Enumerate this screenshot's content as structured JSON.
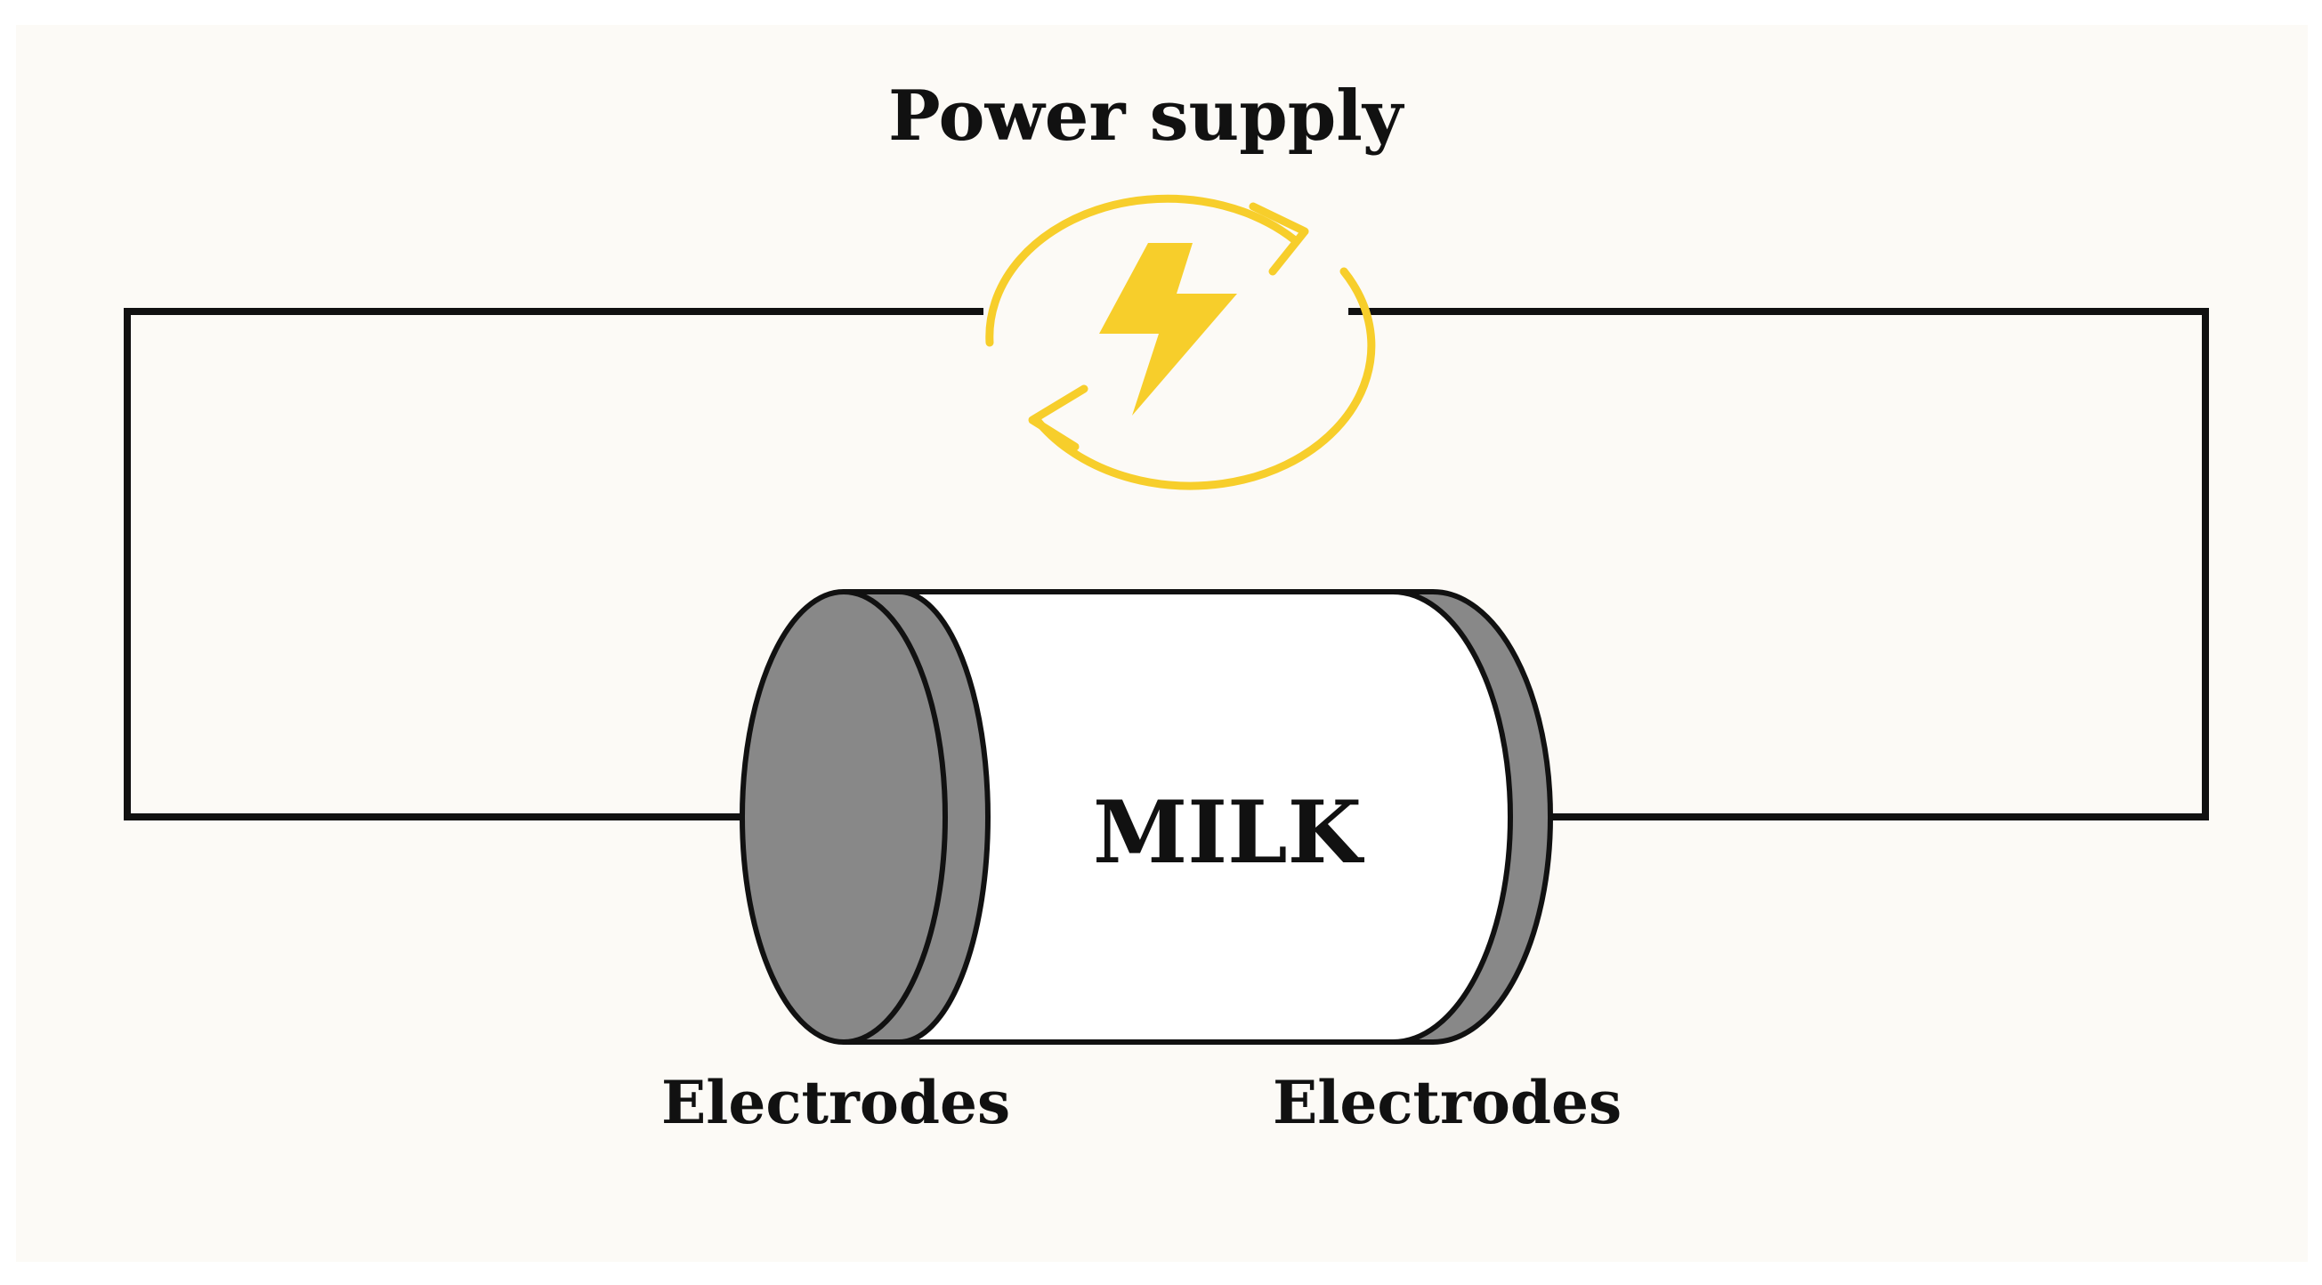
{
  "diagram": {
    "title": "Power supply",
    "vessel_label": "MILK",
    "left_electrode_label": "Electrodes",
    "right_electrode_label": "Electrodes"
  },
  "colors": {
    "background": "#fcfaf6",
    "wire": "#111111",
    "power_symbol": "#f7ce2b",
    "electrode": "#888888",
    "vessel_body": "#ffffff"
  },
  "icons": {
    "power_supply": "lightning-bolt-cycle-icon"
  }
}
